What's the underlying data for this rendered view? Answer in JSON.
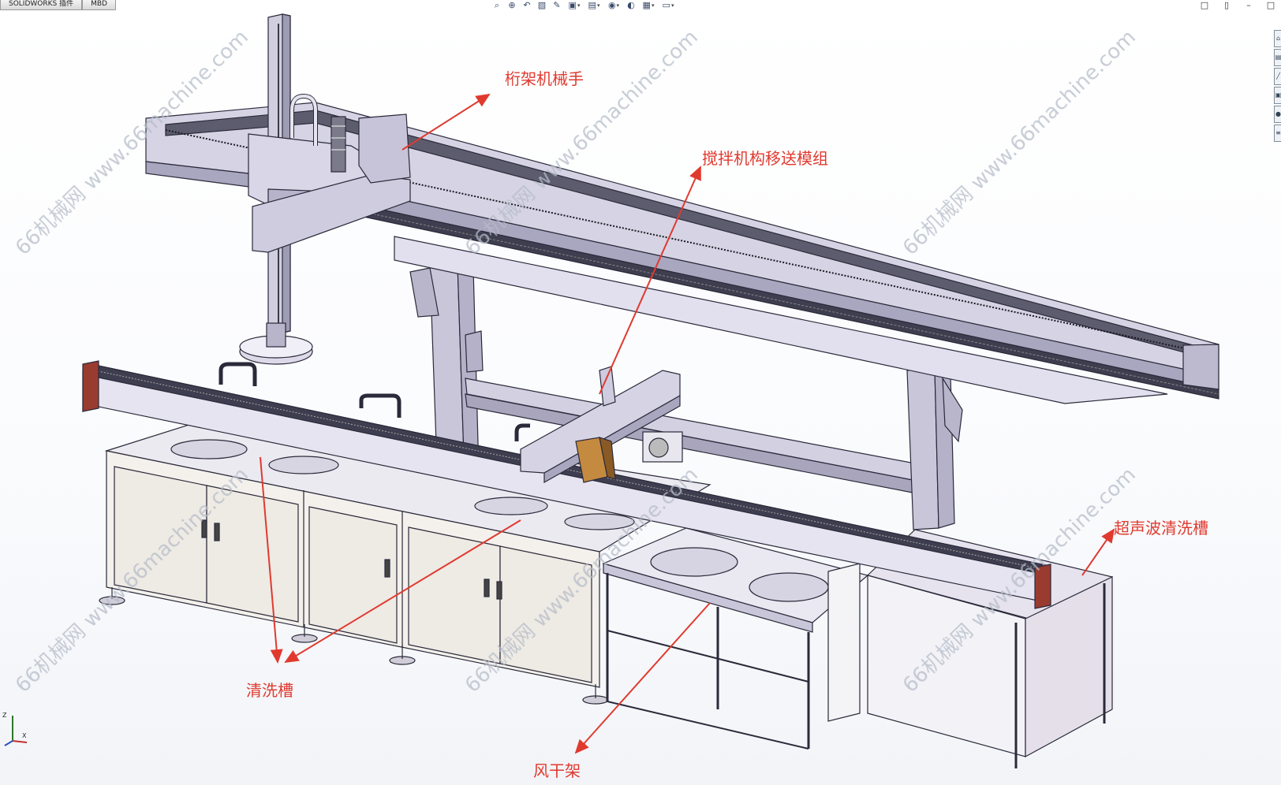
{
  "tabs": [
    {
      "label": "SOLIDWORKS 插件"
    },
    {
      "label": "MBD"
    }
  ],
  "hud": {
    "zoom_fit_icon": "zoom-to-fit-icon",
    "zoom_area_icon": "zoom-area-icon",
    "previous_view_icon": "previous-view-icon",
    "section_view_icon": "section-view-icon",
    "dynamic_annotation_icon": "dynamic-annotation-icon",
    "view_orientation_icon": "view-orientation-icon",
    "display_style_icon": "display-style-icon",
    "hide_show_icon": "hide-show-icon",
    "edit_appearance_icon": "edit-appearance-icon",
    "apply_scene_icon": "apply-scene-icon",
    "view_settings_icon": "view-settings-icon"
  },
  "callouts": {
    "gantry_robot": "桁架机械手",
    "stirring_module": "搅拌机构移送模组",
    "cleaning_tank": "清洗槽",
    "ultrasonic_tank": "超声波清洗槽",
    "drying_rack": "风干架"
  },
  "watermark": {
    "text": "66机械网 www.66machine.com"
  },
  "colors": {
    "callout": "#e03a2f",
    "frame": "#c9c6da",
    "frame_edge": "#2a2a3a",
    "cabinet": "#f4f1ec",
    "watermark": "#b5bcc8"
  }
}
